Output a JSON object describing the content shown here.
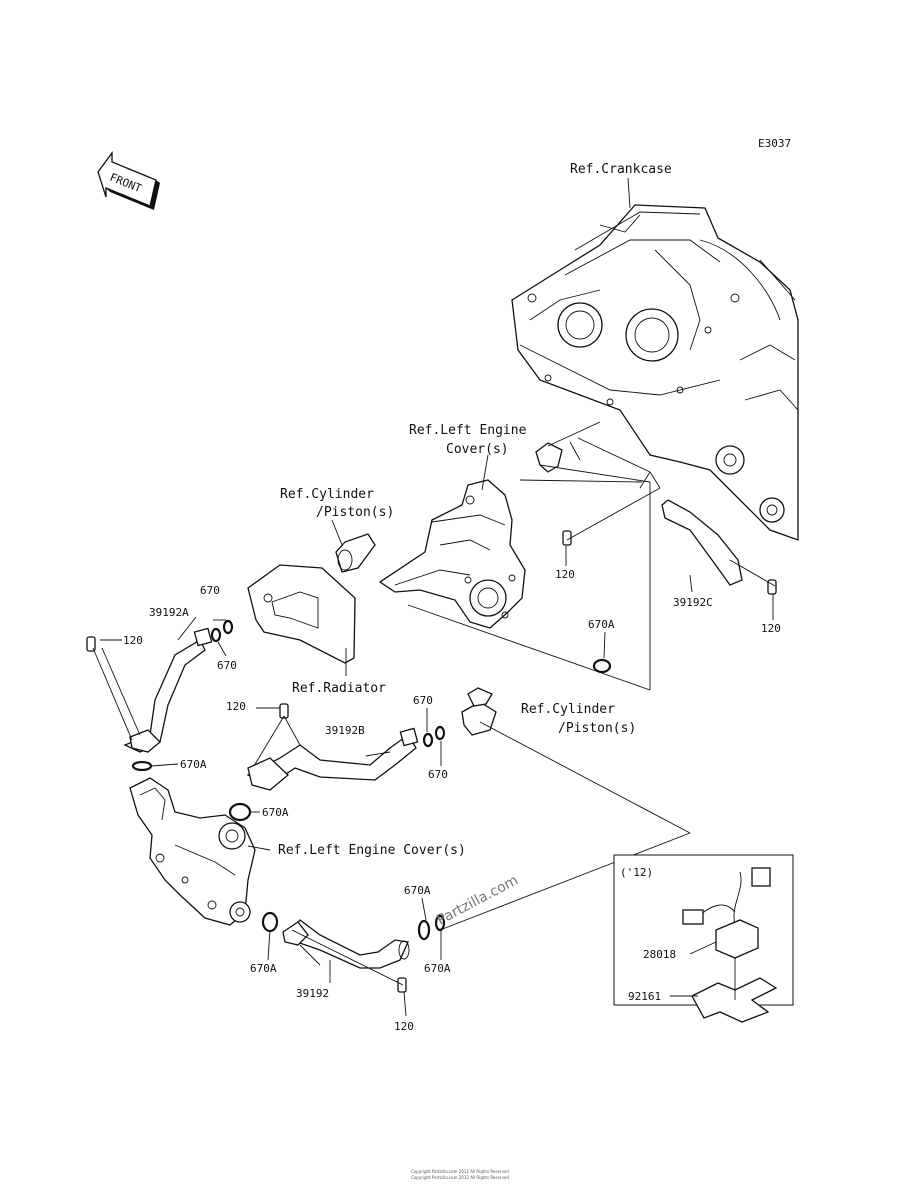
{
  "diagram_code": "E3037",
  "front_label": "FRONT",
  "watermark": "Partzilla.com",
  "footer_lines": [
    "Copyright Partzilla.com 2012 All Rights Reserved",
    "Copyright Partzilla.com 2012 All Rights Reserved"
  ],
  "refs": {
    "crankcase": "Ref.Crankcase",
    "left_cover_top_1": "Ref.Left Engine",
    "left_cover_top_2": "Cover(s)",
    "cylinder_a_1": "Ref.Cylinder",
    "cylinder_a_2": "/Piston(s)",
    "radiator": "Ref.Radiator",
    "cylinder_b_1": "Ref.Cylinder",
    "cylinder_b_2": "/Piston(s)",
    "left_cover_mid": "Ref.Left Engine Cover(s)"
  },
  "parts": {
    "p120": "120",
    "p670": "670",
    "p670a": "670A",
    "p39192": "39192",
    "p39192a": "39192A",
    "p39192b": "39192B",
    "p39192c": "39192C",
    "p28018": "28018",
    "p92161": "92161"
  },
  "inset_label": "('12)"
}
